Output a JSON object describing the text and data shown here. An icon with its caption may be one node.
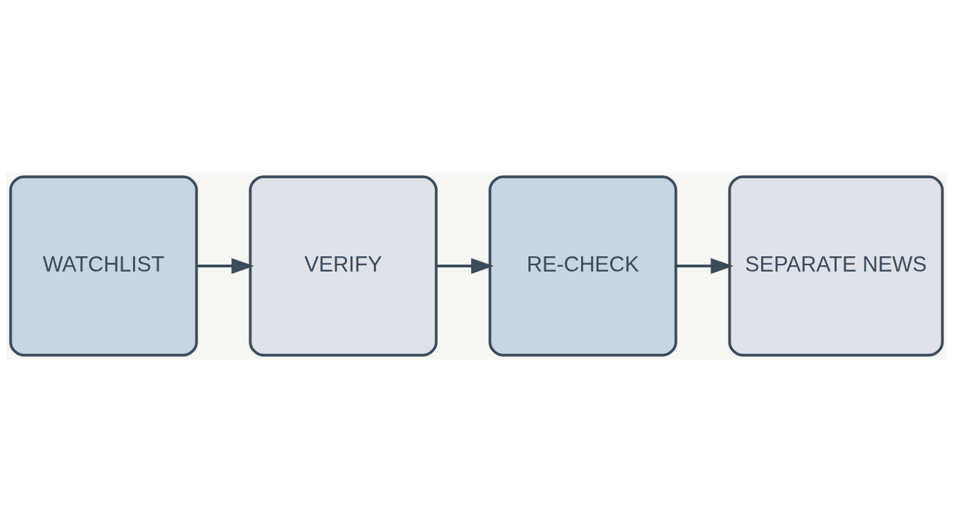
{
  "diagram": {
    "nodes": [
      {
        "text": [
          "WATCHLIST"
        ]
      },
      {
        "text": [
          "VERIFY"
        ]
      },
      {
        "text": [
          "RE-CHECK"
        ]
      },
      {
        "text": [
          "SEPARATE NEWS"
        ]
      }
    ],
    "edges": [
      {
        "from": 0,
        "to": 1,
        "arrow": "to"
      },
      {
        "from": 1,
        "to": 2,
        "arrow": "to"
      },
      {
        "from": 2,
        "to": 3,
        "arrow": "to"
      }
    ]
  }
}
